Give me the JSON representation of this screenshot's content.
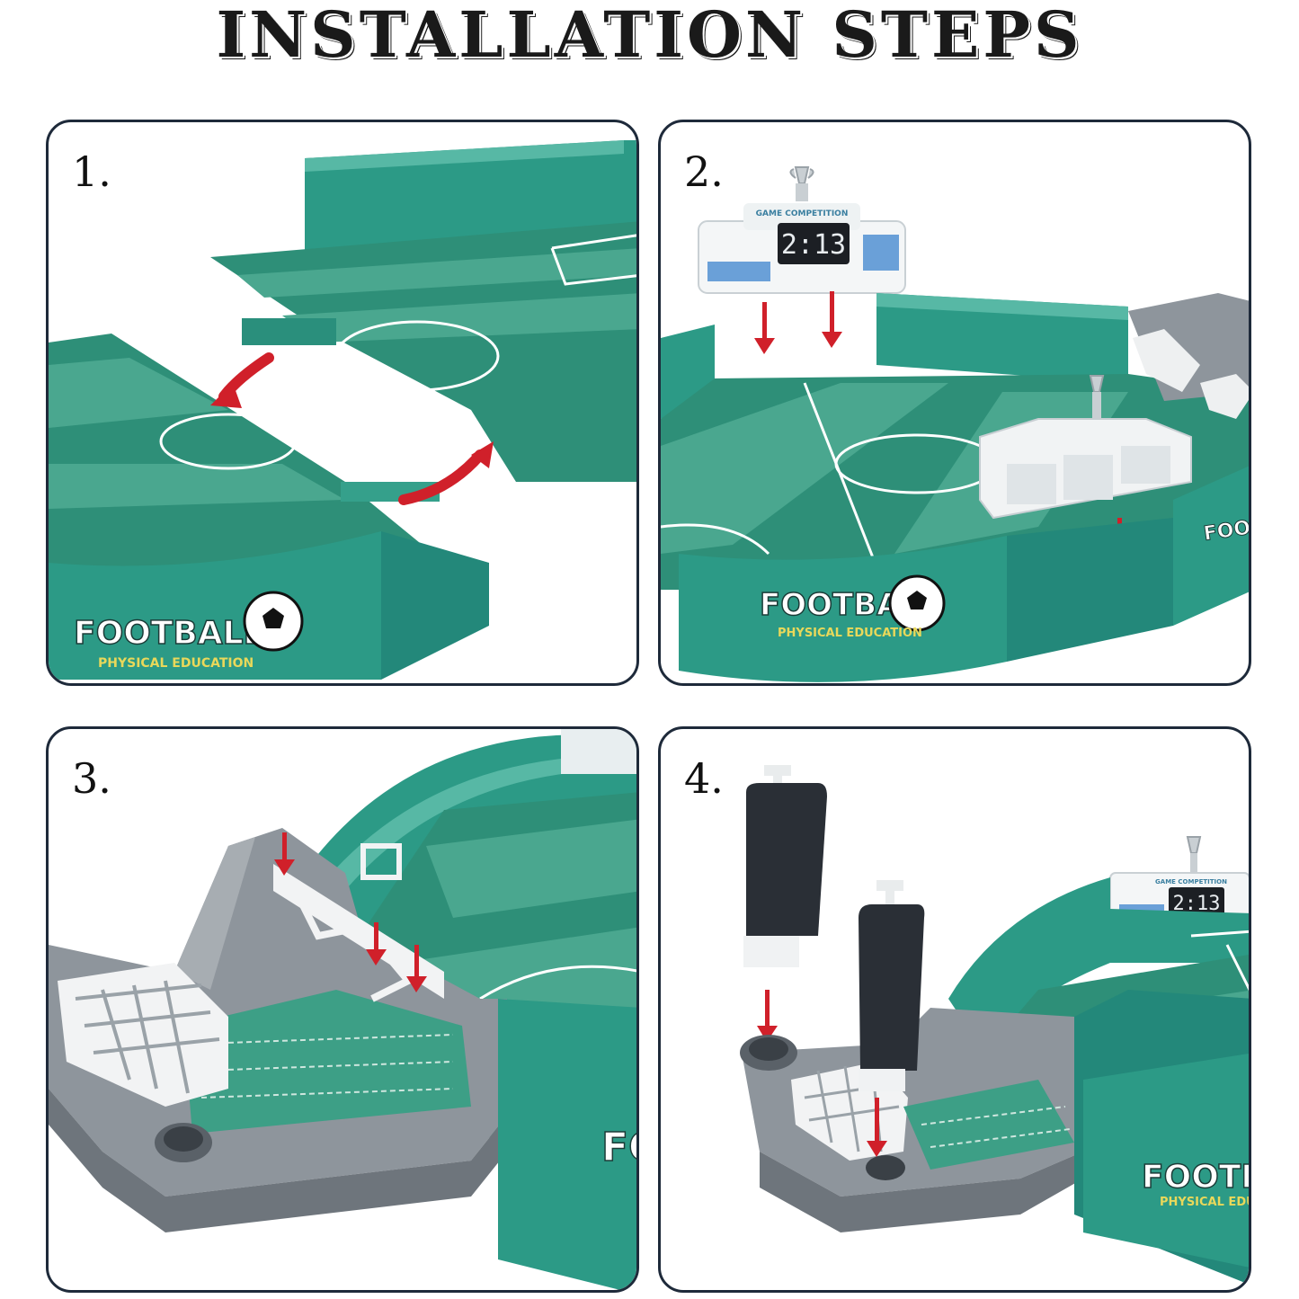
{
  "title": "INSTALLATION STEPS",
  "steps": [
    {
      "number": "1.",
      "brand": "FOOTBALL",
      "brand_sub": "PHYSICAL EDUCATION"
    },
    {
      "number": "2.",
      "brand": "FOOTBALL",
      "brand_sub": "PHYSICAL EDUCATION",
      "scoreboard_header": "GAME COMPETITION",
      "scoreboard_score": "2:13"
    },
    {
      "number": "3.",
      "brand": "FO"
    },
    {
      "number": "4.",
      "brand": "FOOTBA",
      "brand_sub": "PHYSICAL EDUCA",
      "scoreboard_header": "GAME COMPETITION",
      "scoreboard_score": "2:13"
    }
  ],
  "colors": {
    "pitch_dark": "#2e8f78",
    "pitch_light": "#4aa78f",
    "wall": "#2c9a86",
    "arrow": "#d0202a",
    "gray_part": "#8e959c",
    "frame": "#1e2a3a"
  }
}
